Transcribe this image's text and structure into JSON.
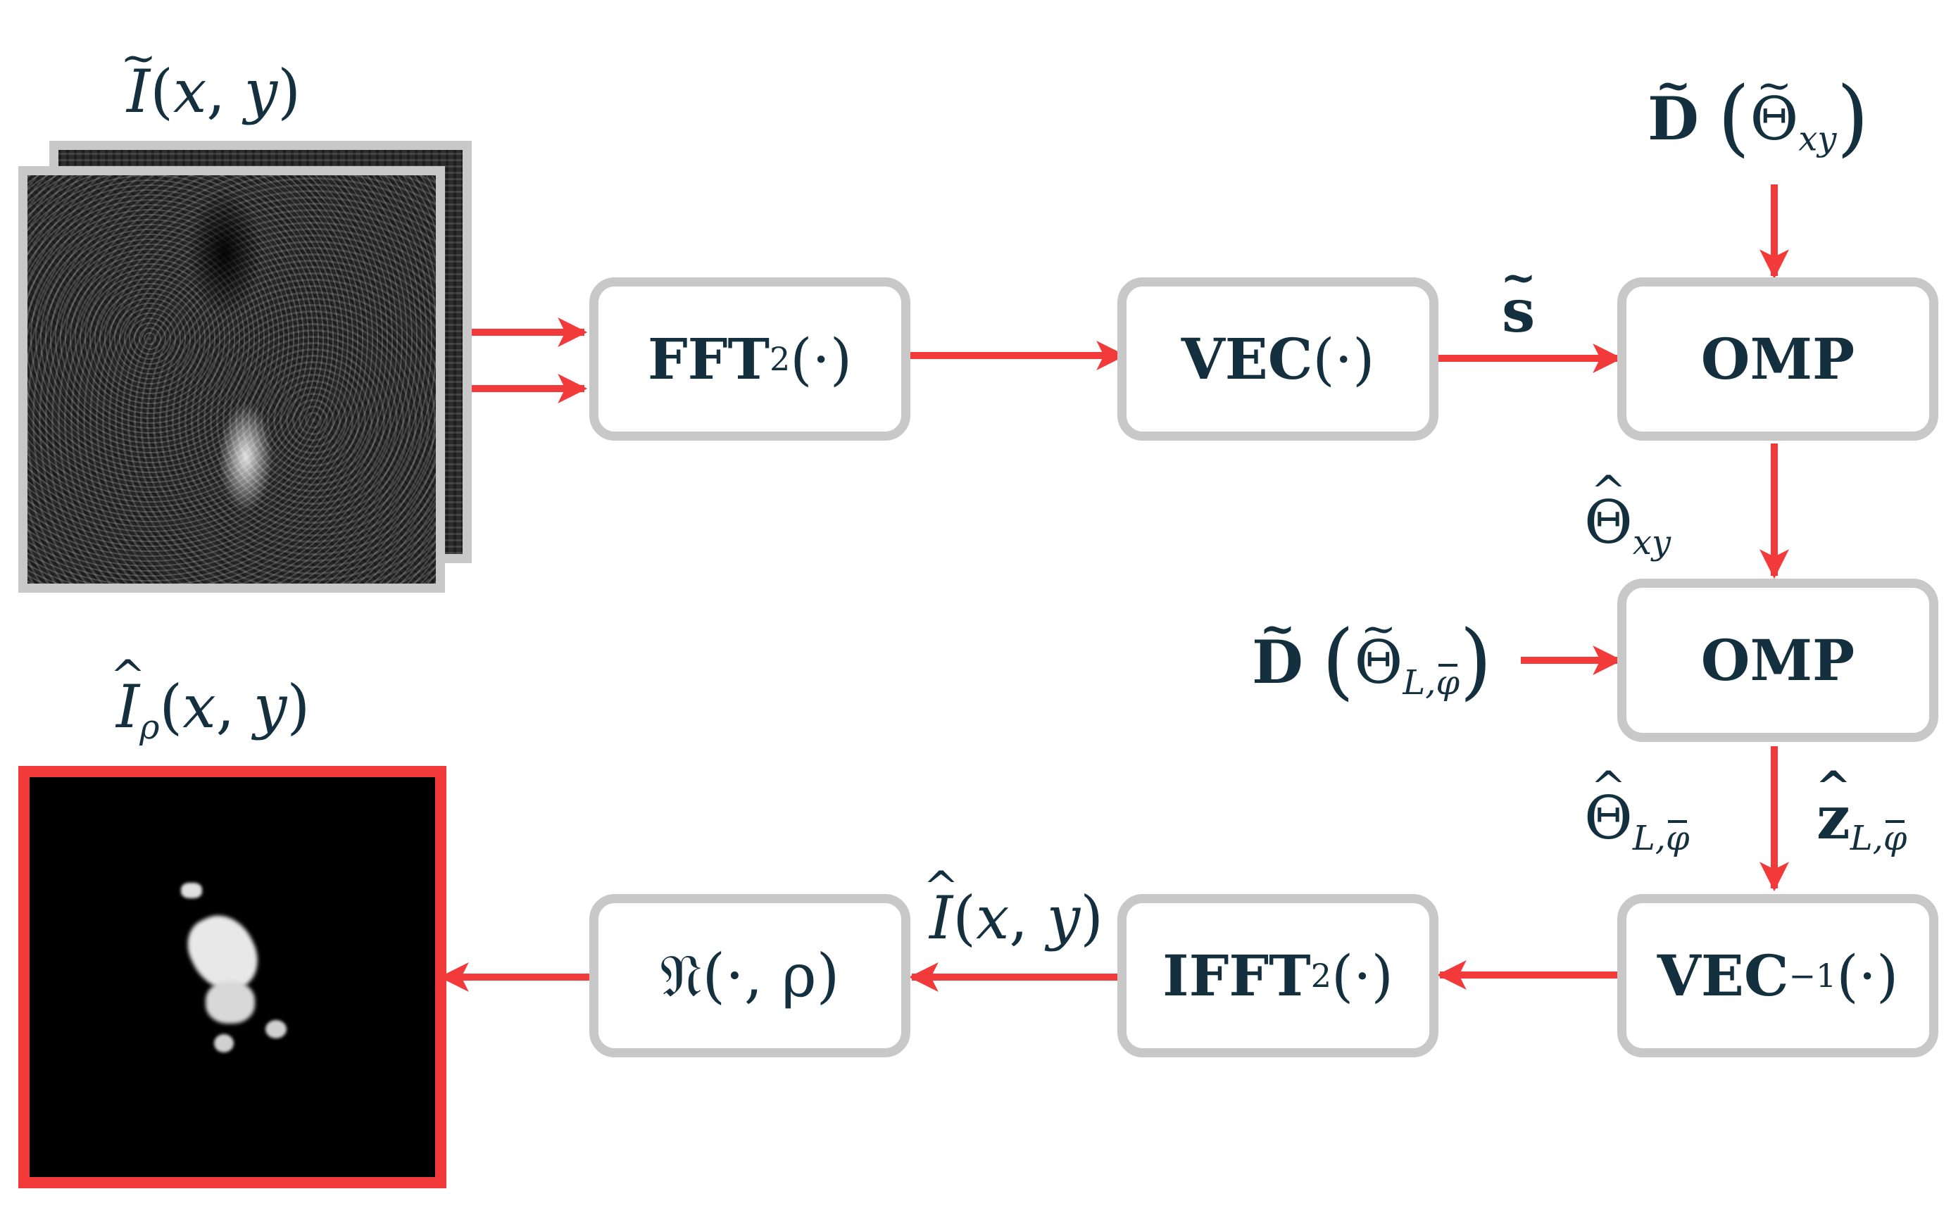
{
  "diagram": {
    "input_label": "Ĩ(x, y)",
    "output_label": "Î_ρ(x, y)",
    "boxes": {
      "fft2": "FFT",
      "vec": "VEC",
      "omp1": "OMP",
      "omp2": "OMP",
      "vec_inv": "VEC",
      "ifft2": "IFFT",
      "threshold": "𝔑(·, ρ)"
    },
    "edge_labels": {
      "s_tilde": "s̃",
      "theta_hat_xy": "Θ̂_xy",
      "theta_hat_L_phi": "Θ̂_{L,φ̄}",
      "z_hat_L_phi": "ẑ_{L,φ̄}",
      "i_hat": "Î(x, y)"
    },
    "dictionary_inputs": {
      "dict_xy": "D̃ (Θ̃_xy)",
      "dict_L_phi": "D̃ (Θ̃_{L,φ̄})"
    },
    "colors": {
      "arrow": "#f23a3a",
      "box_border": "#c8c8c8",
      "text": "#14303f",
      "output_frame": "#f23a3a",
      "input_frame": "#c8c8c8"
    }
  }
}
